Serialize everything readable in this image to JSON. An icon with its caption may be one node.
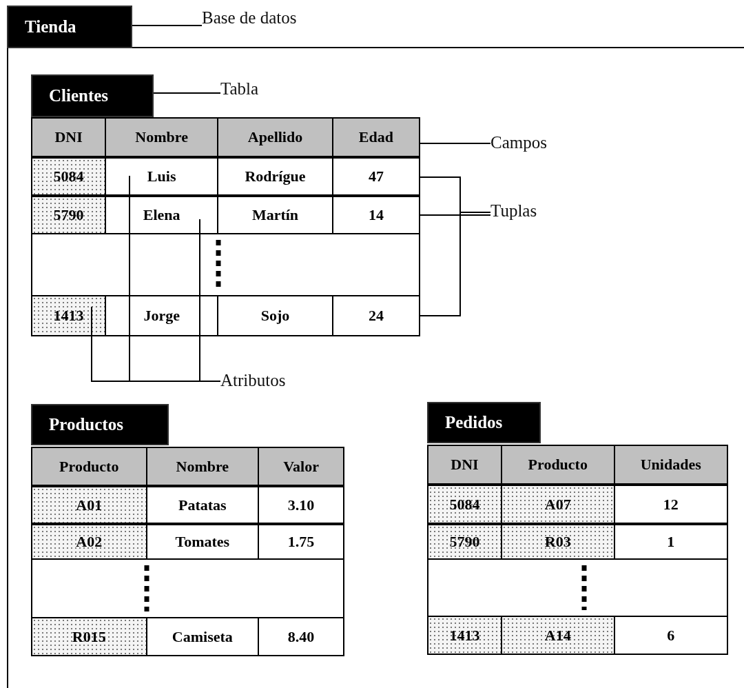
{
  "diagram": {
    "nodes": [
      {
        "text": [
          "Tienda"
        ]
      },
      {
        "text": [
          "Base de datos"
        ]
      },
      {
        "text": [
          "Clientes"
        ],
        "in": 0
      },
      {
        "text": [
          "Tabla"
        ],
        "in": 0
      },
      {
        "text": [
          "DNI",
          "Nombre",
          "Apellido",
          "Edad"
        ],
        "in": 2
      },
      {
        "text": [
          "5084",
          "Luis",
          "Rodrígue",
          "47"
        ],
        "in": 2
      },
      {
        "text": [
          "5790",
          "Elena",
          "Martín",
          "14"
        ],
        "in": 2
      },
      {
        "text": [
          "1413",
          "Jorge",
          "Sojo",
          "24"
        ],
        "in": 2
      },
      {
        "text": [
          "Campos"
        ],
        "in": 0
      },
      {
        "text": [
          "Tuplas"
        ],
        "in": 0
      },
      {
        "text": [
          "Atributos"
        ],
        "in": 0
      },
      {
        "text": [
          "Productos"
        ],
        "in": 0
      },
      {
        "text": [
          "Producto",
          "Nombre",
          "Valor"
        ],
        "in": 11
      },
      {
        "text": [
          "A01",
          "Patatas",
          "3.10"
        ],
        "in": 11
      },
      {
        "text": [
          "A02",
          "Tomates",
          "1.75"
        ],
        "in": 11
      },
      {
        "text": [
          "R015",
          "Camiseta",
          "8.40"
        ],
        "in": 11
      },
      {
        "text": [
          "Pedidos"
        ],
        "in": 0
      },
      {
        "text": [
          "DNI",
          "Producto",
          "Unidades"
        ],
        "in": 16
      },
      {
        "text": [
          "5084",
          "A07",
          "12"
        ],
        "in": 16
      },
      {
        "text": [
          "5790",
          "R03",
          "1"
        ],
        "in": 16
      },
      {
        "text": [
          "1413",
          "A14",
          "6"
        ],
        "in": 16
      }
    ],
    "edges": [
      {
        "from": 1,
        "to": 0,
        "arrow": "none"
      },
      {
        "from": 3,
        "to": 2,
        "arrow": "none"
      },
      {
        "from": 8,
        "to": 4,
        "arrow": "none"
      },
      {
        "from": 9,
        "to": 5,
        "arrow": "none"
      },
      {
        "from": 9,
        "to": 6,
        "arrow": "none"
      },
      {
        "from": 9,
        "to": 7,
        "arrow": "none"
      },
      {
        "from": 10,
        "to": 6,
        "arrow": "none"
      },
      {
        "from": 10,
        "to": 5,
        "arrow": "none"
      },
      {
        "from": 10,
        "to": 7,
        "arrow": "none"
      }
    ]
  }
}
